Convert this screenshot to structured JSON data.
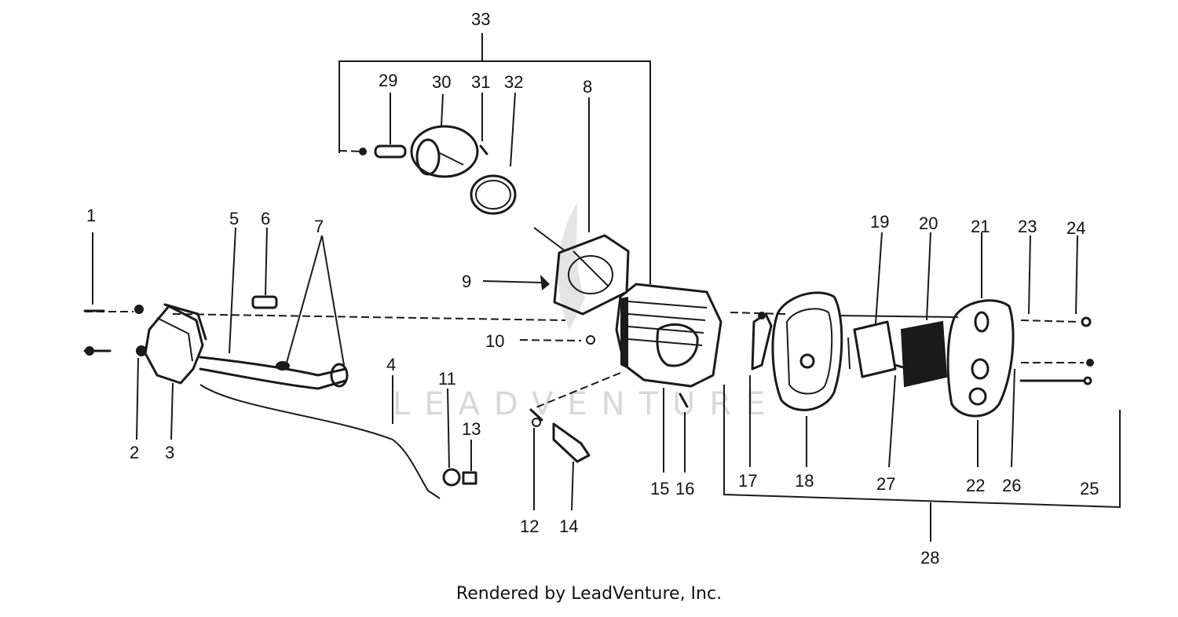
{
  "watermark": "LEADVENTURE",
  "caption": "Rendered by LeadVenture, Inc.",
  "callouts": [
    "1",
    "2",
    "3",
    "4",
    "5",
    "6",
    "7",
    "8",
    "9",
    "10",
    "11",
    "12",
    "13",
    "14",
    "15",
    "16",
    "17",
    "18",
    "19",
    "20",
    "21",
    "22",
    "23",
    "24",
    "25",
    "26",
    "27",
    "28",
    "29",
    "30",
    "31",
    "32",
    "33"
  ]
}
